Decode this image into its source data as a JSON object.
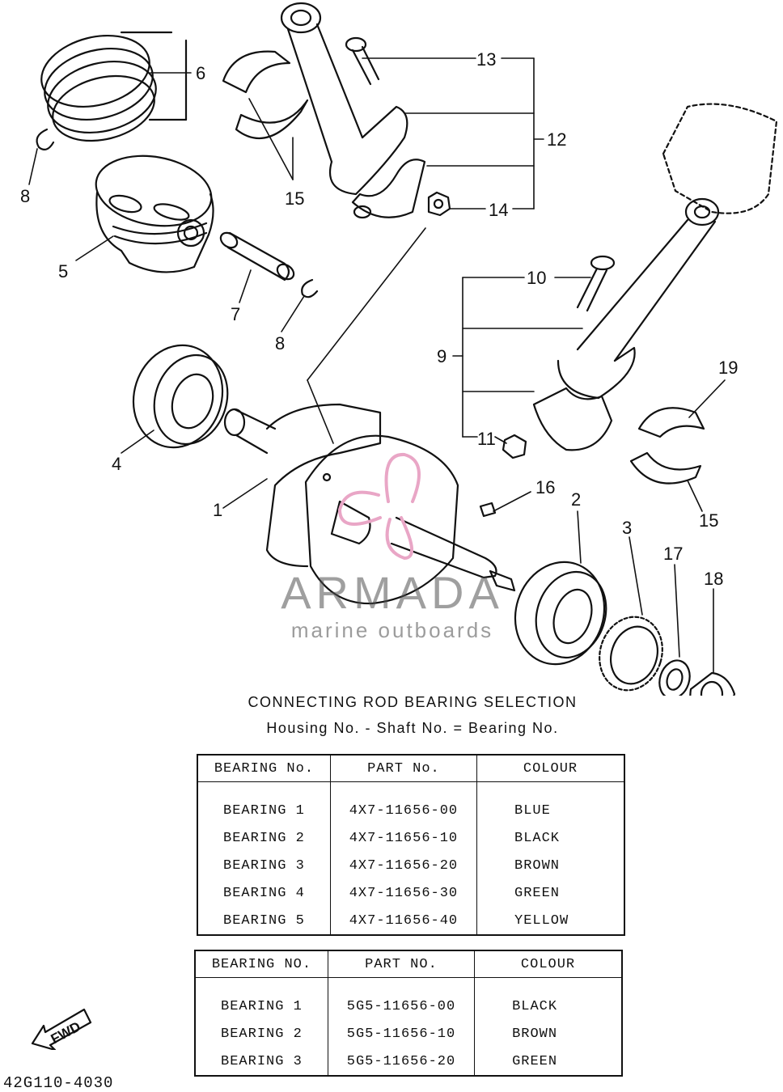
{
  "callouts": {
    "c1": "1",
    "c2": "2",
    "c3": "3",
    "c4": "4",
    "c5": "5",
    "c6": "6",
    "c7": "7",
    "c8a": "8",
    "c8b": "8",
    "c9": "9",
    "c10": "10",
    "c11": "11",
    "c12": "12",
    "c13": "13",
    "c14": "14",
    "c15a": "15",
    "c15b": "15",
    "c16": "16",
    "c17": "17",
    "c18": "18",
    "c19": "19"
  },
  "watermark": {
    "brand": "ARMADA",
    "subtitle": "marine outboards"
  },
  "selection": {
    "title": "CONNECTING ROD BEARING SELECTION",
    "formula": "Housing No. - Shaft No. = Bearing No."
  },
  "table1": {
    "headers": [
      "BEARING No.",
      "PART No.",
      "COLOUR"
    ],
    "rows": [
      [
        "BEARING 1",
        "4X7-11656-00",
        "BLUE"
      ],
      [
        "BEARING 2",
        "4X7-11656-10",
        "BLACK"
      ],
      [
        "BEARING 3",
        "4X7-11656-20",
        "BROWN"
      ],
      [
        "BEARING 4",
        "4X7-11656-30",
        "GREEN"
      ],
      [
        "BEARING 5",
        "4X7-11656-40",
        "YELLOW"
      ]
    ]
  },
  "table2": {
    "headers": [
      "BEARING NO.",
      "PART NO.",
      "COLOUR"
    ],
    "rows": [
      [
        "BEARING 1",
        "5G5-11656-00",
        "BLACK"
      ],
      [
        "BEARING 2",
        "5G5-11656-10",
        "BROWN"
      ],
      [
        "BEARING 3",
        "5G5-11656-20",
        "GREEN"
      ]
    ]
  },
  "fwd_label": "FWD",
  "diagram_code": "42G110-4030",
  "colors": {
    "ink": "#111111",
    "watermark_pink": "#e9a6c6",
    "watermark_gray": "#555555"
  }
}
